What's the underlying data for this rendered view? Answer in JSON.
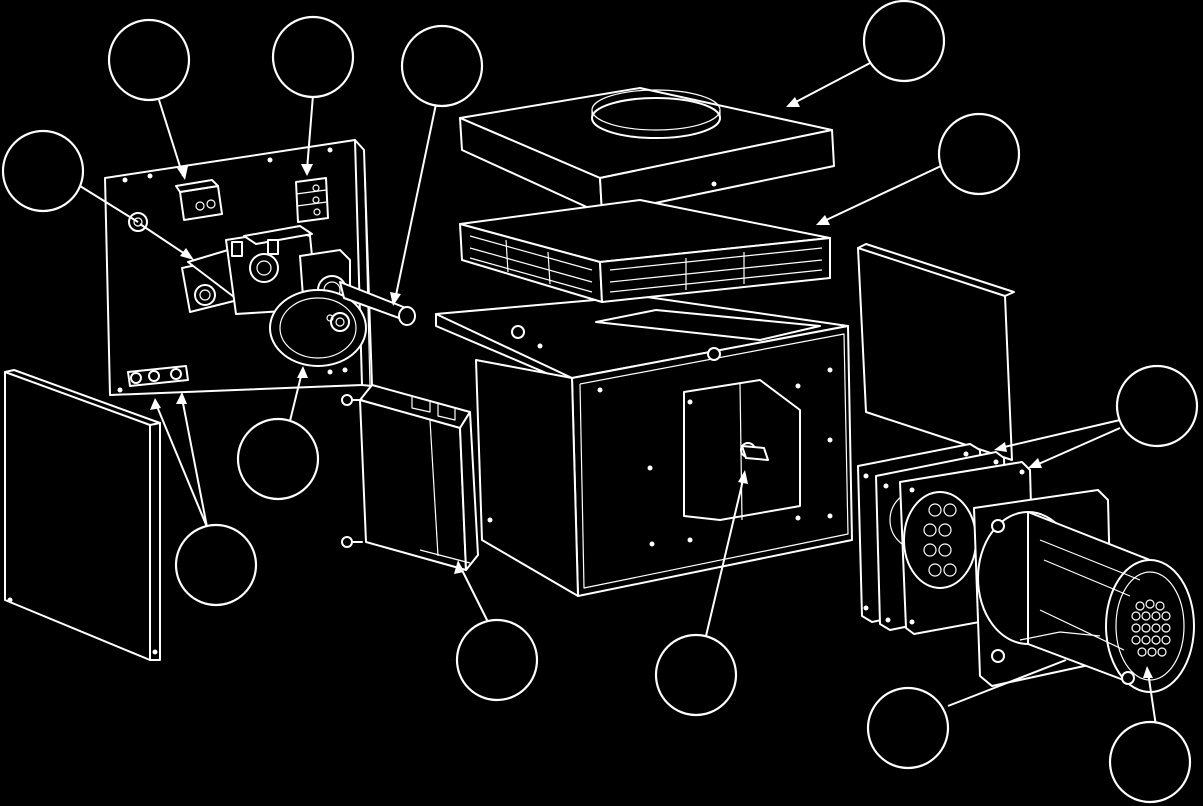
{
  "diagram": {
    "background": "#000000",
    "line_color": "#ffffff",
    "callouts": [
      {
        "id": "c1",
        "label": ""
      },
      {
        "id": "c2",
        "label": ""
      },
      {
        "id": "c3",
        "label": ""
      },
      {
        "id": "c4",
        "label": ""
      },
      {
        "id": "c5",
        "label": ""
      },
      {
        "id": "c6",
        "label": ""
      },
      {
        "id": "c7",
        "label": ""
      },
      {
        "id": "c8",
        "label": ""
      },
      {
        "id": "c9",
        "label": ""
      },
      {
        "id": "c10",
        "label": ""
      },
      {
        "id": "c11",
        "label": ""
      },
      {
        "id": "c12",
        "label": ""
      },
      {
        "id": "c13",
        "label": ""
      },
      {
        "id": "c14",
        "label": ""
      }
    ]
  }
}
